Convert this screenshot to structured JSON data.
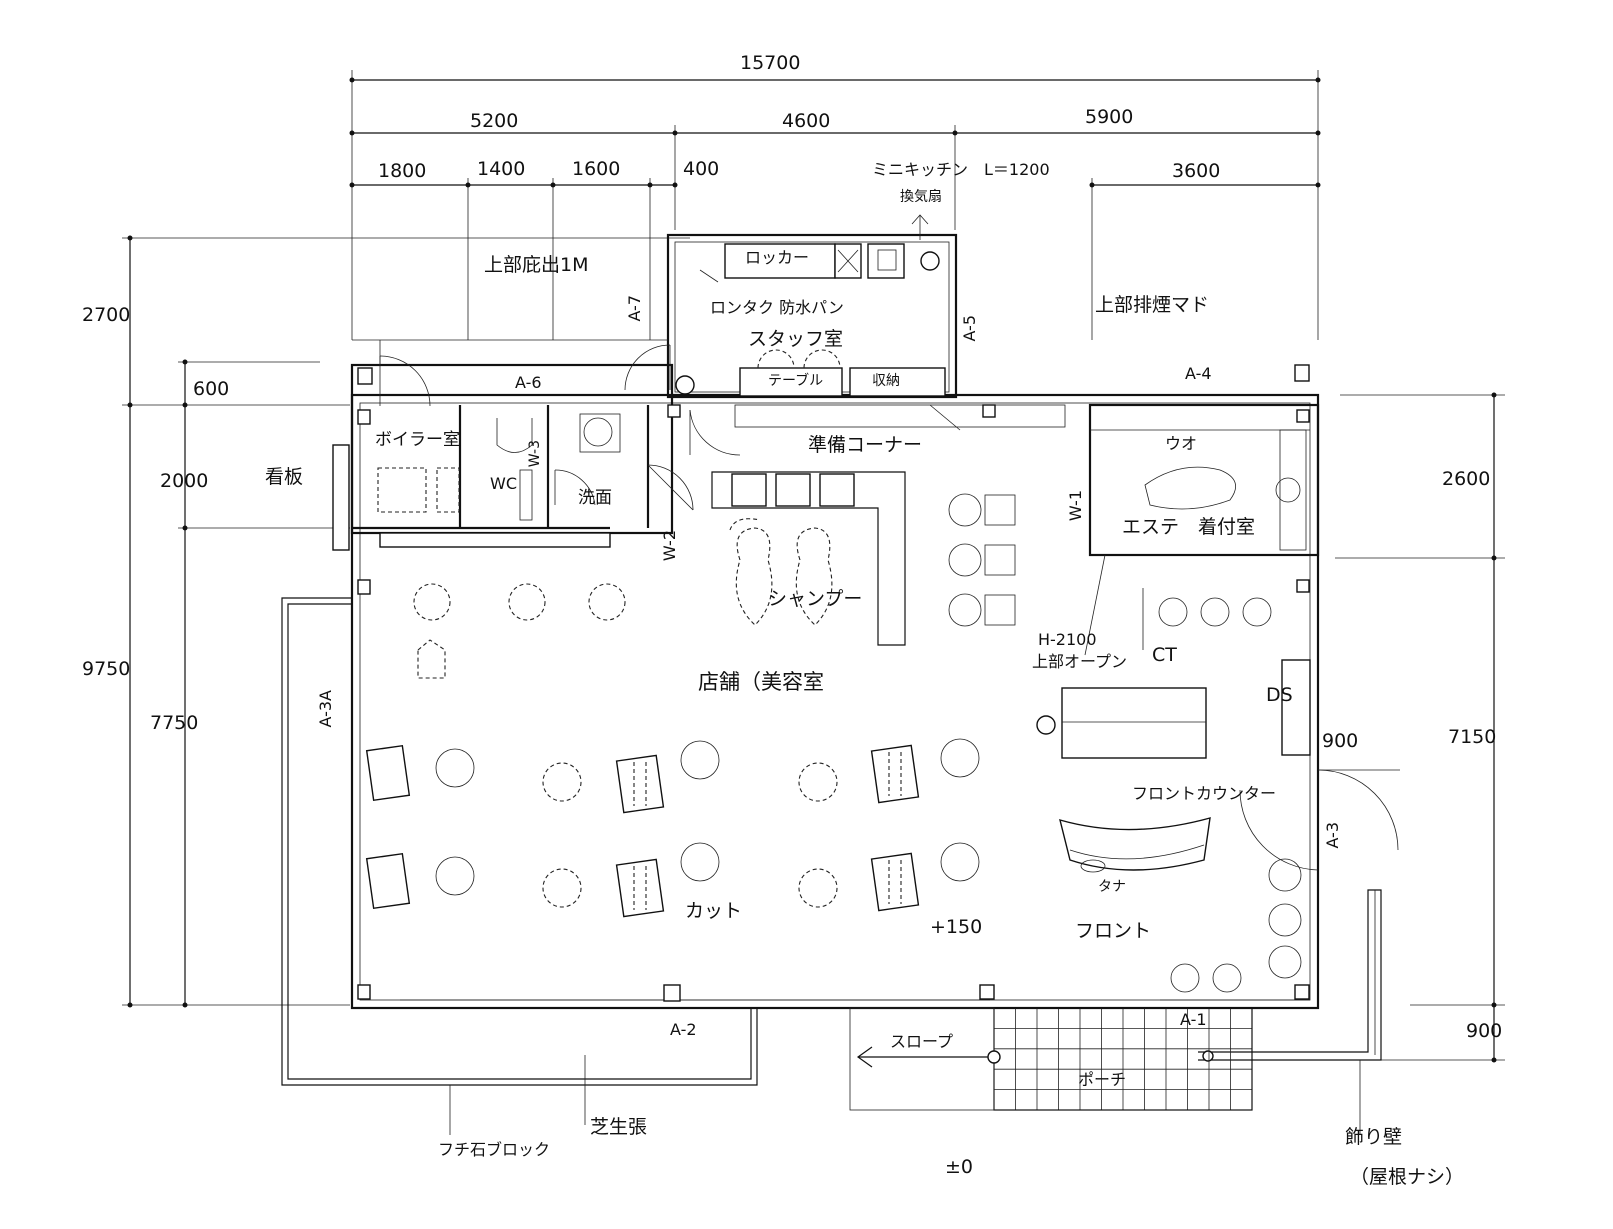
{
  "dimensions": {
    "top_total": "15700",
    "top_segments": [
      "5200",
      "4600",
      "5900"
    ],
    "top_sub": [
      "1800",
      "1400",
      "1600",
      "400",
      "3600"
    ],
    "left": [
      "2700",
      "600",
      "2000",
      "9750",
      "7750"
    ],
    "right": [
      "2600",
      "7150",
      "900"
    ],
    "door_900": "900"
  },
  "rooms": {
    "store": "店舗（美容室",
    "staff_room": "スタッフ室",
    "boiler": "ボイラー室",
    "washroom": "洗面",
    "esthe": "エステ　着付室",
    "prep_corner": "準備コーナー",
    "front": "フロント",
    "front_counter": "フロントカウンター",
    "cut": "カット",
    "shampoo": "シャンプー"
  },
  "notes": {
    "mini_kitchen": "ミニキッチン　L＝1200",
    "exhaust": "換気扇",
    "upper_overhang": "上部庇出1M",
    "upper_window": "上部排煙マド",
    "locker": "ロッカー",
    "waterproof_pan": "ロンタク 防水パン",
    "table": "テーブル",
    "storage": "収納",
    "signboard": "看板",
    "h2100": "H-2100",
    "upper_open": "上部オープン",
    "ct": "CT",
    "ds": "DS",
    "tana": "タナ",
    "level_plus": "+150",
    "level_zero": "±0",
    "slope": "スロープ",
    "porch": "ポーチ",
    "curb": "フチ石ブロック",
    "lawn": "芝生張",
    "deco_wall": "飾り壁",
    "no_roof": "（屋根ナシ）",
    "wc": "WC",
    "wo": "ウオ"
  },
  "openings": {
    "a2": "A-2",
    "a3": "A-3",
    "a3a": "A-3A",
    "a4": "A-4",
    "a5": "A-5",
    "a6": "A-6",
    "a7": "A-7",
    "a1": "A-1",
    "w1": "W-1",
    "w2": "W-2",
    "w3": "W-3"
  },
  "colors": {
    "ink": "#111111",
    "paper": "#ffffff"
  }
}
